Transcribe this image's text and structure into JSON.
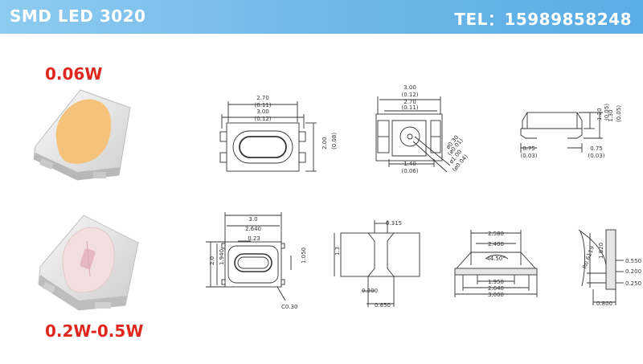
{
  "header": {
    "title": "SMD LED 3020",
    "tel": "TEL：15989858248"
  },
  "products": [
    {
      "power": "0.06W",
      "lens_color": "#f4c27a"
    },
    {
      "power": "0.2W-0.5W",
      "lens_color": "#f2dede"
    }
  ],
  "dims_top": {
    "front": {
      "w1": "2.70",
      "w1_in": "(0.11)",
      "w2": "3.00",
      "w2_in": "(0.12)",
      "h": "2.00",
      "h_in": "(0.08)"
    },
    "back": {
      "w1": "3.00",
      "w1_in": "(0.12)",
      "w2": "2.70",
      "w2_in": "(0.11)",
      "w3": "1.40",
      "w3_in": "(0.06)",
      "d1": "ø0.30",
      "d1_in": "(ø0.01)",
      "d2": "ø1.00",
      "d2_in": "(ø0.04)"
    },
    "side": {
      "h1": "1.20",
      "h1_in": "(0.05)",
      "h2": "1.30",
      "h2_in": "(0.05)",
      "l1": "0.75",
      "l1_in": "(0.03)",
      "l2": "0.75",
      "l2_in": "(0.03)"
    }
  },
  "dims_bottom": {
    "front": {
      "w_total": "3.0",
      "w_inner": "2.640",
      "w_small": "0.23",
      "h_total": "2.0",
      "h_inner": "1.940",
      "h_lens": "1.050",
      "chamfer": "C0.30"
    },
    "bottom": {
      "top": "0.315",
      "h": "1.3",
      "pad": "0.200",
      "gap": "0.850"
    },
    "section": {
      "top1": "2.580",
      "top2": "2.400",
      "angle": "44.50°",
      "b1": "1.950",
      "b2": "2.640",
      "b3": "3.000"
    },
    "profile": {
      "r": "R0.6119",
      "h": "1.820",
      "a": "0.550",
      "b": "0.200",
      "c": "0.250",
      "base": "0.800"
    }
  }
}
